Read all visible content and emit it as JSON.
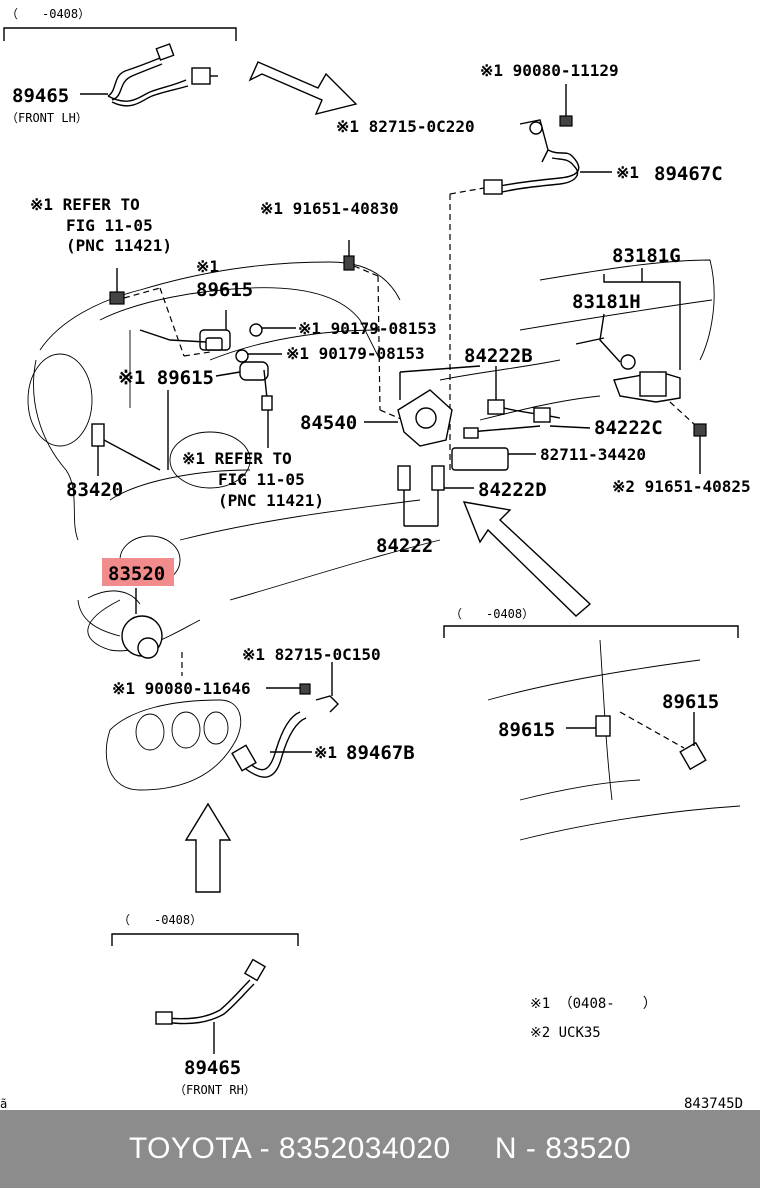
{
  "diagram": {
    "code": "843745D",
    "stray_mark": "ã",
    "callouts": [
      {
        "id": "front_lh_range",
        "text": "（　　-0408）"
      },
      {
        "id": "p89465_lh",
        "text": "89465"
      },
      {
        "id": "front_lh",
        "text": "（FRONT LH）"
      },
      {
        "id": "p90080_11129",
        "text": "※1 90080-11129"
      },
      {
        "id": "p82715_0c220",
        "text": "※1 82715-0C220"
      },
      {
        "id": "p89467c_mark",
        "text": "※1"
      },
      {
        "id": "p89467c",
        "text": "89467C"
      },
      {
        "id": "refer1_l1",
        "text": "※1 REFER TO"
      },
      {
        "id": "refer1_l2",
        "text": "FIG 11-05"
      },
      {
        "id": "refer1_l3",
        "text": "(PNC 11421)"
      },
      {
        "id": "p91651_40830",
        "text": "※1 91651-40830"
      },
      {
        "id": "p83181g",
        "text": "83181G"
      },
      {
        "id": "p83181h",
        "text": "83181H"
      },
      {
        "id": "p89615_top_mark",
        "text": "※1"
      },
      {
        "id": "p89615_top",
        "text": "89615"
      },
      {
        "id": "p90179_a",
        "text": "※1 90179-08153"
      },
      {
        "id": "p90179_b",
        "text": "※1 90179-08153"
      },
      {
        "id": "p84222b",
        "text": "84222B"
      },
      {
        "id": "p89615_mid",
        "text": "※1 89615"
      },
      {
        "id": "p84540",
        "text": "84540"
      },
      {
        "id": "p84222c",
        "text": "84222C"
      },
      {
        "id": "p83420",
        "text": "83420"
      },
      {
        "id": "refer2_l1",
        "text": "※1 REFER TO"
      },
      {
        "id": "refer2_l2",
        "text": "FIG 11-05"
      },
      {
        "id": "refer2_l3",
        "text": "(PNC 11421)"
      },
      {
        "id": "p82711_34420",
        "text": "82711-34420"
      },
      {
        "id": "p84222d",
        "text": "84222D"
      },
      {
        "id": "p91651_40825",
        "text": "※2 91651-40825"
      },
      {
        "id": "p84222",
        "text": "84222"
      },
      {
        "id": "p83520",
        "text": "83520"
      },
      {
        "id": "inset_range",
        "text": "（　　-0408）"
      },
      {
        "id": "p82715_0c150",
        "text": "※1 82715-0C150"
      },
      {
        "id": "p90080_11646",
        "text": "※1 90080-11646"
      },
      {
        "id": "p89467b_mark",
        "text": "※1"
      },
      {
        "id": "p89467b",
        "text": "89467B"
      },
      {
        "id": "p89615_in1",
        "text": "89615"
      },
      {
        "id": "p89615_in2",
        "text": "89615"
      },
      {
        "id": "front_rh_range",
        "text": "（　　-0408）"
      },
      {
        "id": "p89465_rh",
        "text": "89465"
      },
      {
        "id": "front_rh",
        "text": "（FRONT RH）"
      },
      {
        "id": "note1",
        "text": "※1 （0408-　　）"
      },
      {
        "id": "note2",
        "text": "※2 UCK35"
      }
    ]
  },
  "highlight_color": "#f28b8b",
  "footer": {
    "text": "TOYOTA - 8352034020     N - 83520"
  }
}
